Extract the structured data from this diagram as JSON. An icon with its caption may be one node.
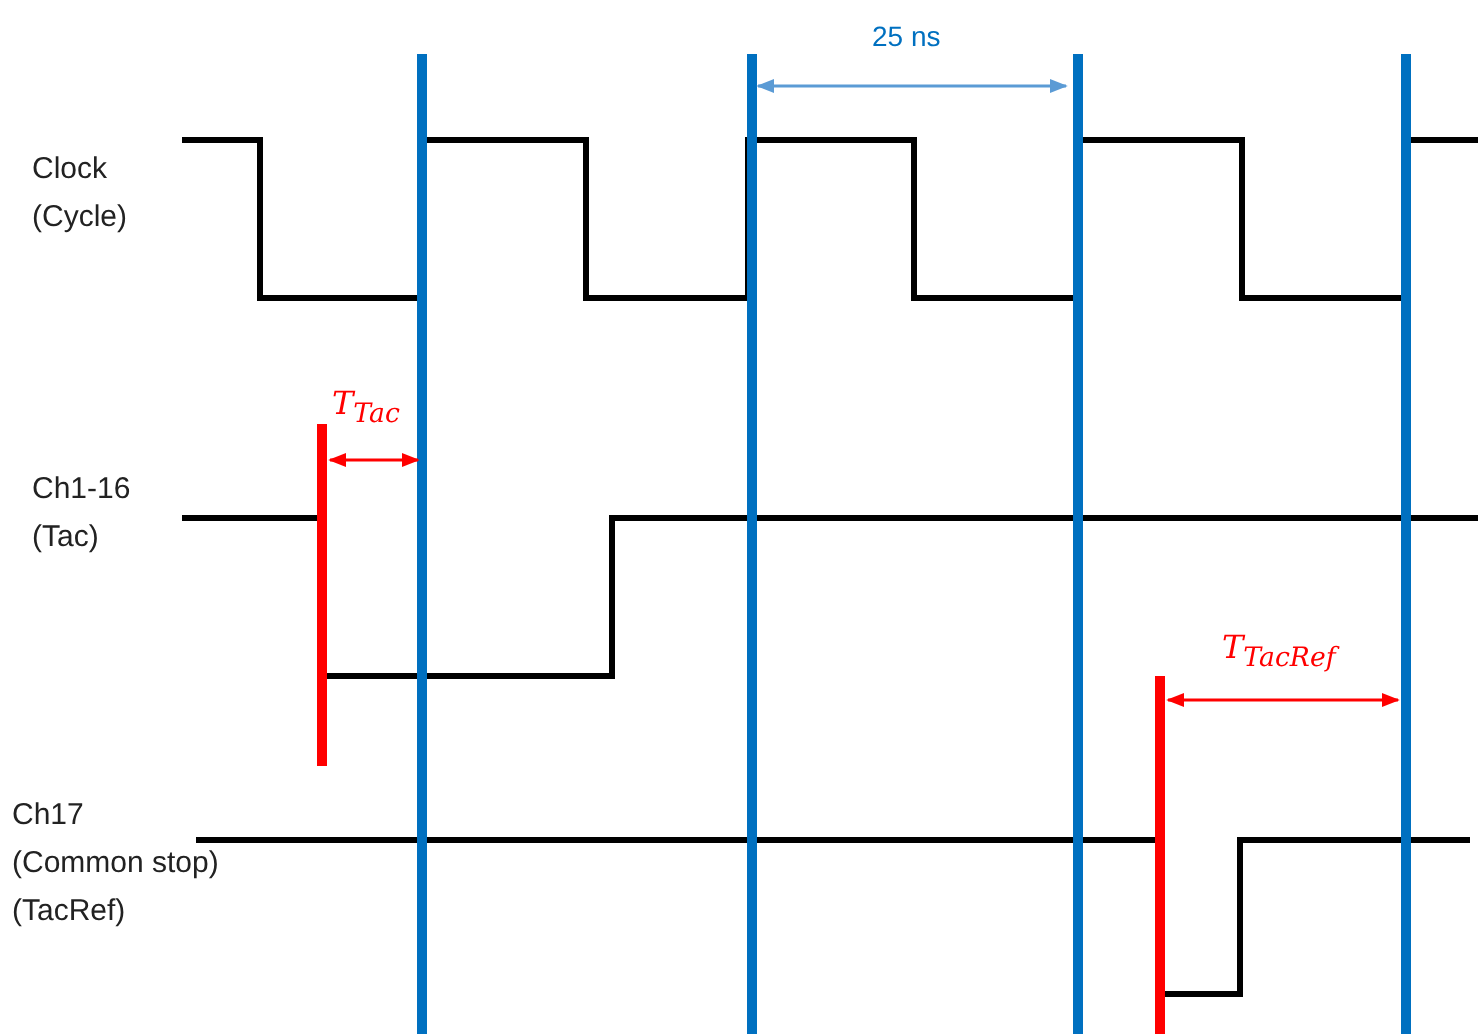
{
  "diagram": {
    "labels": [
      "Clock (Cycle)",
      "Ch1-16 (Tac)",
      "Ch17",
      "(Common stop)",
      "(TacRef)",
      "25 ns",
      "T$_{Tac}$",
      "T$_{TacRef}$"
    ]
  }
}
